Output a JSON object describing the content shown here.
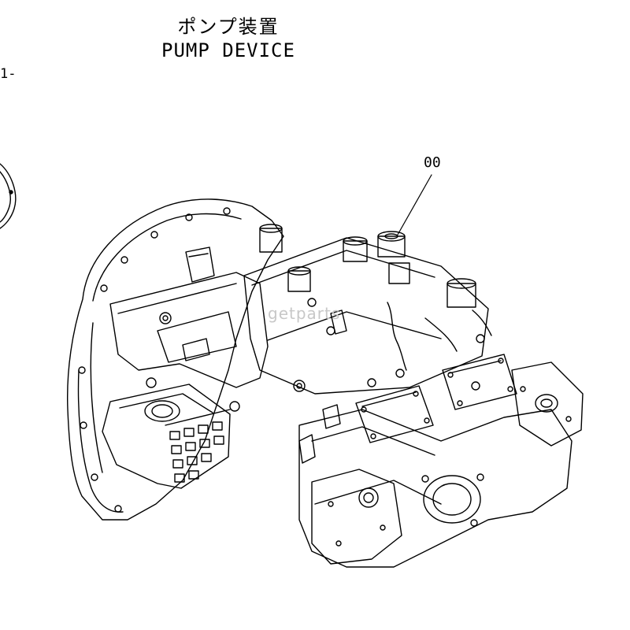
{
  "header": {
    "title_jp": "ポンプ装置",
    "title_en": "PUMP DEVICE",
    "page_marker": "1-"
  },
  "callouts": [
    {
      "label": "00"
    }
  ],
  "watermark": "getparts"
}
